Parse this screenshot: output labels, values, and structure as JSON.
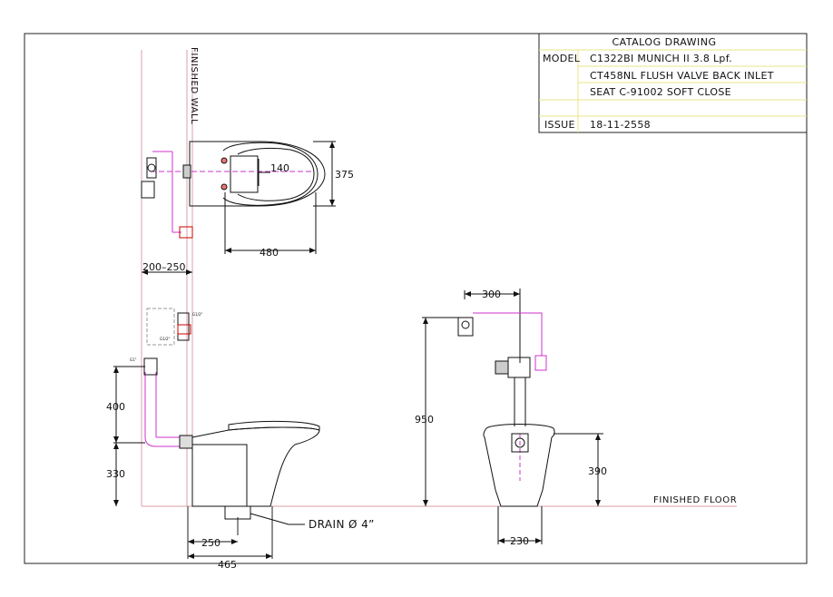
{
  "title_block": {
    "title": "CATALOG DRAWING",
    "model_label": "MODEL",
    "model_lines": [
      "C1322BI MUNICH II 3.8 Lpf.",
      "CT458NL FLUSH VALVE BACK INLET",
      "SEAT C-91002 SOFT CLOSE"
    ],
    "issue_label": "ISSUE",
    "issue_value": "18-11-2558"
  },
  "labels": {
    "finished_wall": "FINISHED WALL",
    "finished_floor": "FINISHED FLOOR",
    "drain": "DRAIN Ø 4”"
  },
  "dimensions": {
    "top_seat_spacing": "140",
    "top_width": "375",
    "top_length": "480",
    "wall_gap": "200–250",
    "inlet_height": "400",
    "drain_height": "330",
    "drain_offset": "250",
    "side_depth": "465",
    "valve_offset": "300",
    "valve_height": "950",
    "bowl_height": "390",
    "base_width": "230"
  },
  "fitting_labels": {
    "g1_a": "G1/2\"",
    "g1_b": "G1/2\"",
    "g1_c": "G1\""
  },
  "colors": {
    "line": "#111111",
    "guide": "#d9a0a8",
    "pipe": "#cc33cc",
    "title_border": "#e8e48a",
    "fitting": "#cc0000"
  }
}
